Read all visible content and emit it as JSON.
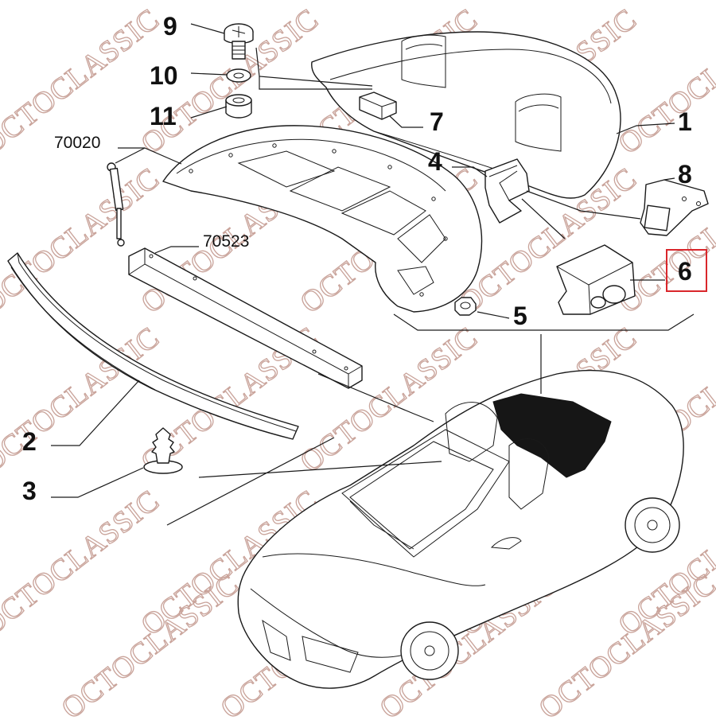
{
  "watermark": {
    "text": "OCTOCLASSIC",
    "color": "#c9a39a"
  },
  "highlight_color": "#d9262b",
  "callouts": {
    "c1": "1",
    "c2": "2",
    "c3": "3",
    "c4": "4",
    "c5": "5",
    "c6": "6",
    "c7": "7",
    "c8": "8",
    "c9": "9",
    "c10": "10",
    "c11": "11",
    "r70020": "70020",
    "r70523": "70523"
  },
  "highlighted_callout": "6"
}
